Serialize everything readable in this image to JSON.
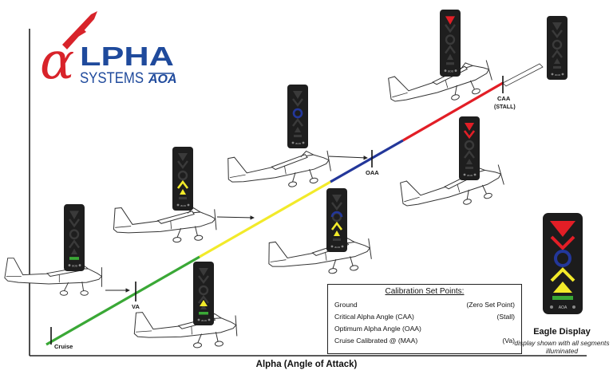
{
  "logo": {
    "brand_top": "LPHA",
    "brand_bottom": "SYSTEMS",
    "brand_tag": "AOA",
    "alpha_glyph": "α",
    "colors": {
      "red": "#d8232a",
      "blue": "#1f4a9c"
    },
    "aircraft_icon": "airplane-icon"
  },
  "axis": {
    "title": "Alpha (Angle of Attack)"
  },
  "setpoints": {
    "cruise": "Cruise",
    "va": "VA",
    "oaa": "OAA",
    "caa": "CAA",
    "stall": "(STALL)"
  },
  "segments": [
    {
      "name": "green",
      "color": "#3aa836"
    },
    {
      "name": "yellow",
      "color": "#f2ea2a"
    },
    {
      "name": "blue",
      "color": "#23379a"
    },
    {
      "name": "red",
      "color": "#e21e26"
    }
  ],
  "legend": {
    "title": "Calibration Set Points:",
    "rows": [
      {
        "label": "Ground",
        "value": "(Zero Set Point)"
      },
      {
        "label": "Critical Alpha Angle (CAA)",
        "value": "(Stall)"
      },
      {
        "label": "Optimum Alpha Angle (OAA)",
        "value": ""
      },
      {
        "label": "Cruise Calibrated @ (MAA)",
        "value": "(Va)"
      }
    ]
  },
  "eagle": {
    "title": "Eagle Display",
    "subtitle": "display shown with all segments illuminated",
    "badge": "AOA"
  }
}
